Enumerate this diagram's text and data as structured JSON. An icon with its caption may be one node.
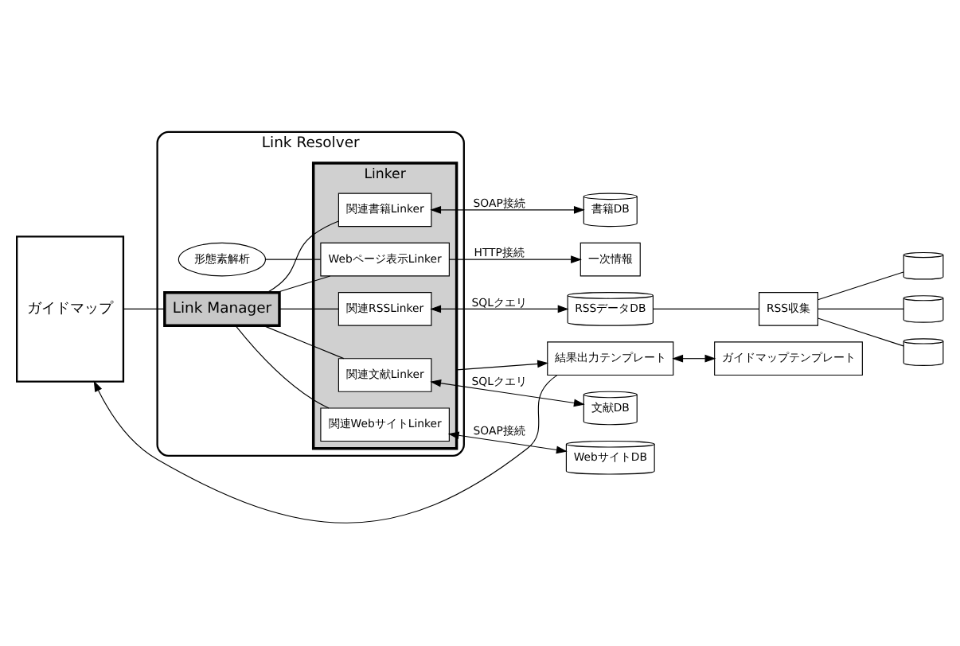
{
  "diagram": {
    "nodes": [
      {
        "text": [
          "Link Resolver"
        ]
      },
      {
        "text": [
          "Link Manager"
        ],
        "in": 0
      },
      {
        "text": [
          "Linker"
        ],
        "in": 0
      },
      {
        "text": [
          "関連文献Linker"
        ],
        "in": 2
      },
      {
        "text": [
          "関連RSSLinker"
        ],
        "in": 2
      },
      {
        "text": [
          "関連書籍Linker"
        ],
        "in": 2
      },
      {
        "text": [
          "関連WebサイトLinker"
        ],
        "in": 2
      },
      {
        "text": [
          "Webページ表示Linker"
        ],
        "in": 2
      },
      {
        "text": [
          "形態素解析"
        ],
        "in": 0
      },
      {
        "text": [
          "ガイドマップ"
        ]
      },
      {
        "text": [
          "文献DB"
        ]
      },
      {
        "text": [
          "RSSデータDB"
        ]
      },
      {
        "text": [
          "RSS収集"
        ]
      },
      {
        "text": [],
        "shape": "cylinder"
      },
      {
        "text": [],
        "shape": "cylinder"
      },
      {
        "text": [],
        "shape": "cylinder"
      },
      {
        "text": [
          "書籍DB"
        ]
      },
      {
        "text": [
          "WebサイトDB"
        ]
      },
      {
        "text": [
          "一次情報"
        ]
      },
      {
        "text": [
          "結果出力テンプレート"
        ]
      },
      {
        "text": [
          "ガイドマップテンプレート"
        ]
      }
    ],
    "edges": [
      {
        "from": 9,
        "to": 1,
        "arrow": "none"
      },
      {
        "from": 1,
        "to": 3,
        "arrow": "none"
      },
      {
        "from": 1,
        "to": 4,
        "arrow": "none"
      },
      {
        "from": 1,
        "to": 5,
        "arrow": "none"
      },
      {
        "from": 1,
        "to": 6,
        "arrow": "none"
      },
      {
        "from": 1,
        "to": 7,
        "arrow": "none"
      },
      {
        "from": 8,
        "to": 7,
        "arrow": "none"
      },
      {
        "from": 3,
        "to": 10,
        "arrow": "both",
        "label": "SQLクエリ"
      },
      {
        "from": 4,
        "to": 11,
        "arrow": "both",
        "label": "SQLクエリ"
      },
      {
        "from": 5,
        "to": 16,
        "arrow": "both",
        "label": "SOAP接続"
      },
      {
        "from": 6,
        "to": 17,
        "arrow": "both",
        "label": "SOAP接続"
      },
      {
        "from": 7,
        "to": 18,
        "arrow": "to",
        "label": "HTTP接続"
      },
      {
        "from": 11,
        "to": 12,
        "arrow": "none"
      },
      {
        "from": 12,
        "to": 13,
        "arrow": "none"
      },
      {
        "from": 12,
        "to": 14,
        "arrow": "none"
      },
      {
        "from": 12,
        "to": 15,
        "arrow": "none"
      },
      {
        "from": 2,
        "to": 19,
        "arrow": "to"
      },
      {
        "from": 19,
        "to": 9,
        "arrow": "to"
      },
      {
        "from": 19,
        "to": 20,
        "arrow": "both"
      }
    ]
  }
}
